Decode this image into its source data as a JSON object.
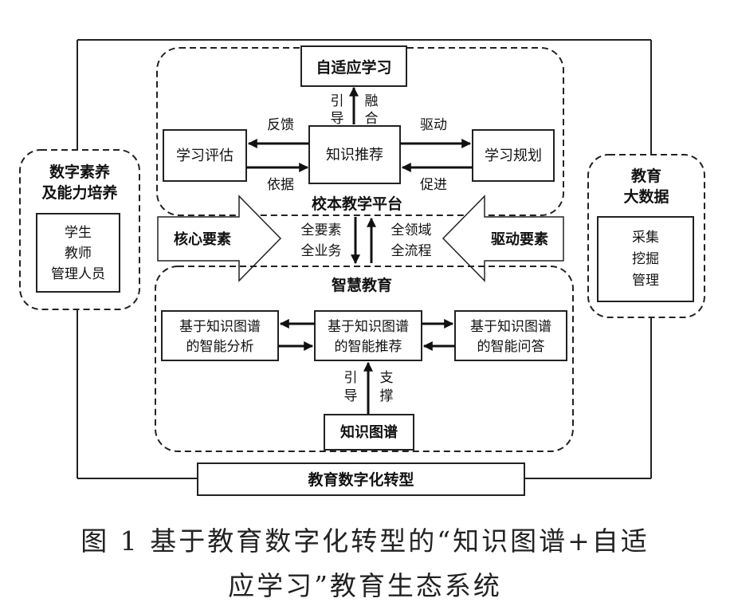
{
  "diagram": {
    "adaptive_learning": "自适应学习",
    "knowledge_recommend": "知识推荐",
    "learning_eval": "学习评估",
    "learning_plan": "学习规划",
    "platform_title": "校本教学平台",
    "lbl_guide_1": "引",
    "lbl_guide_2": "导",
    "lbl_fuse_1": "融",
    "lbl_fuse_2": "合",
    "lbl_feedback": "反馈",
    "lbl_basis": "依据",
    "lbl_drive": "驱动",
    "lbl_promote": "促进",
    "core_elements": "核心要素",
    "drive_elements": "驱动要素",
    "all_elements": "全要素",
    "all_business": "全业务",
    "all_domains": "全领域",
    "all_process": "全流程",
    "smart_edu_title": "智慧教育",
    "kg_analysis_1": "基于知识图谱",
    "kg_analysis_2": "的智能分析",
    "kg_recommend_1": "基于知识图谱",
    "kg_recommend_2": "的智能推荐",
    "kg_qa_1": "基于知识图谱",
    "kg_qa_2": "的智能问答",
    "lbl_guide2_1": "引",
    "lbl_guide2_2": "导",
    "lbl_support_1": "支",
    "lbl_support_2": "撑",
    "knowledge_graph": "知识图谱",
    "left_title_1": "数字素养",
    "left_title_2": "及能力培养",
    "student": "学生",
    "teacher": "教师",
    "manager": "管理人员",
    "right_title_1": "教育",
    "right_title_2": "大数据",
    "collect": "采集",
    "mine": "挖掘",
    "manage": "管理",
    "transformation": "教育数字化转型"
  },
  "caption": {
    "line1": "图 1   基于教育数字化转型的“知识图谱+自适",
    "line2": "应学习”教育生态系统"
  }
}
